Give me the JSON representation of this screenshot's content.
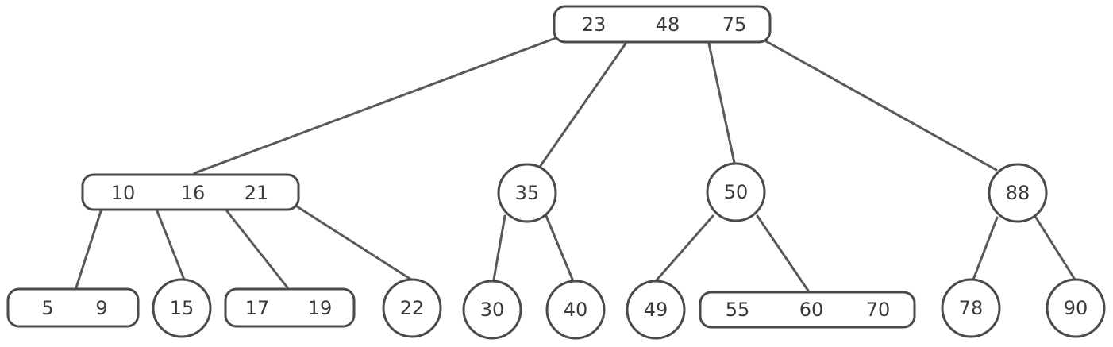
{
  "tree": {
    "root": {
      "keys": [
        "23",
        "48",
        "75"
      ]
    },
    "level1": [
      {
        "keys": [
          "10",
          "16",
          "21"
        ]
      },
      {
        "keys": [
          "35"
        ]
      },
      {
        "keys": [
          "50"
        ]
      },
      {
        "keys": [
          "88"
        ]
      }
    ],
    "leaves": [
      {
        "keys": [
          "5",
          "9"
        ]
      },
      {
        "keys": [
          "15"
        ]
      },
      {
        "keys": [
          "17",
          "19"
        ]
      },
      {
        "keys": [
          "22"
        ]
      },
      {
        "keys": [
          "30"
        ]
      },
      {
        "keys": [
          "40"
        ]
      },
      {
        "keys": [
          "49"
        ]
      },
      {
        "keys": [
          "55",
          "60",
          "70"
        ]
      },
      {
        "keys": [
          "78"
        ]
      },
      {
        "keys": [
          "90"
        ]
      }
    ]
  },
  "colors": {
    "stroke": "#4a4a4a",
    "edge": "#595959",
    "text": "#3a3a3a",
    "background": "#ffffff"
  }
}
